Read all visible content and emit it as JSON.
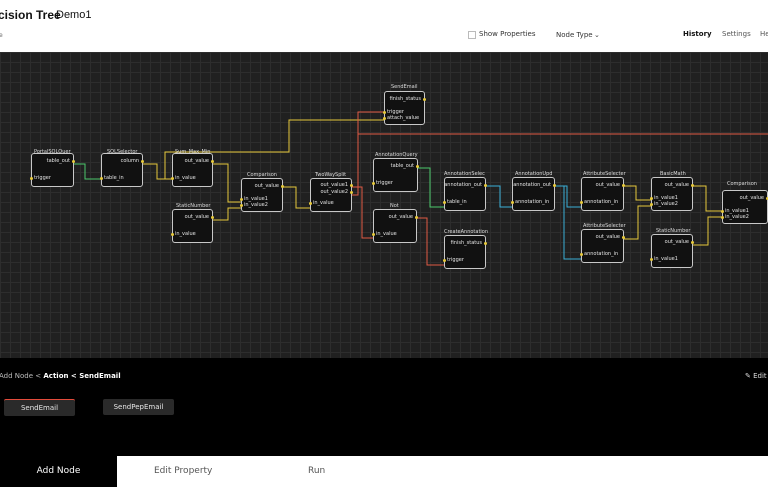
{
  "header": {
    "app_title": "cision Tree",
    "project_name": "Demo1",
    "left_text": "e",
    "show_properties": "Show Properties",
    "node_type_label": "Node Type",
    "nav": [
      "History",
      "Settings",
      "He"
    ]
  },
  "nodes": [
    {
      "title": "PortalSQLQuer",
      "outputs": [
        "table_out"
      ],
      "inputs": [
        "trigger"
      ]
    },
    {
      "title": "SQLSelector",
      "outputs": [
        "column"
      ],
      "inputs": [
        "table_in"
      ]
    },
    {
      "title": "Sum_Max_Min",
      "outputs": [
        "out_value"
      ],
      "inputs": [
        "in_value"
      ]
    },
    {
      "title": "StaticNumber",
      "outputs": [
        "out_value"
      ],
      "inputs": [
        "in_value"
      ]
    },
    {
      "title": "Comparison",
      "outputs": [
        "out_value"
      ],
      "inputs": [
        "in_value1",
        "in_value2"
      ]
    },
    {
      "title": "TwoWaySplit",
      "outputs": [
        "out_value1",
        "out_value2"
      ],
      "inputs": [
        "in_value"
      ]
    },
    {
      "title": "SendEmail",
      "outputs": [
        "finish_status"
      ],
      "inputs": [
        "trigger",
        "attach_value"
      ]
    },
    {
      "title": "AnnotationQuery",
      "outputs": [
        "table_out"
      ],
      "inputs": [
        "trigger"
      ]
    },
    {
      "title": "Not",
      "outputs": [
        "out_value"
      ],
      "inputs": [
        "in_value"
      ]
    },
    {
      "title": "AnnotationSelec",
      "outputs": [
        "annotation_out"
      ],
      "inputs": [
        "table_in"
      ]
    },
    {
      "title": "CreateAnnotation",
      "outputs": [
        "finish_status"
      ],
      "inputs": [
        "trigger"
      ]
    },
    {
      "title": "AnnotationUpd",
      "outputs": [
        "annotation_out"
      ],
      "inputs": [
        "annotation_in"
      ]
    },
    {
      "title": "AttributeSelecter",
      "outputs": [
        "out_value"
      ],
      "inputs": [
        "annotation_in"
      ]
    },
    {
      "title": "AttributeSelecter",
      "outputs": [
        "out_value"
      ],
      "inputs": [
        "annotation_in"
      ]
    },
    {
      "title": "BasicMath",
      "outputs": [
        "out_value"
      ],
      "inputs": [
        "in_value1",
        "in_value2"
      ]
    },
    {
      "title": "StaticNumber",
      "outputs": [
        "out_value"
      ],
      "inputs": [
        "in_value1"
      ]
    },
    {
      "title": "Comparison",
      "outputs": [
        "out_value"
      ],
      "inputs": [
        "in_value1",
        "in_value2"
      ]
    }
  ],
  "bottom": {
    "crumb_pre": "Add Node < ",
    "crumb_mid": "Action < SendEmail",
    "edit_label": "Edit",
    "chips": [
      "SendEmail",
      "SendPepEmail"
    ]
  },
  "tabs": [
    "Add Node",
    "Edit Property",
    "Run"
  ],
  "colors": {
    "canvas_bg": "#202020",
    "accent_red": "#e34b3b",
    "wire_yellow": "#e6c93c",
    "wire_green": "#4cc96b",
    "wire_blue": "#3ab0d8",
    "wire_red": "#e05a45"
  }
}
